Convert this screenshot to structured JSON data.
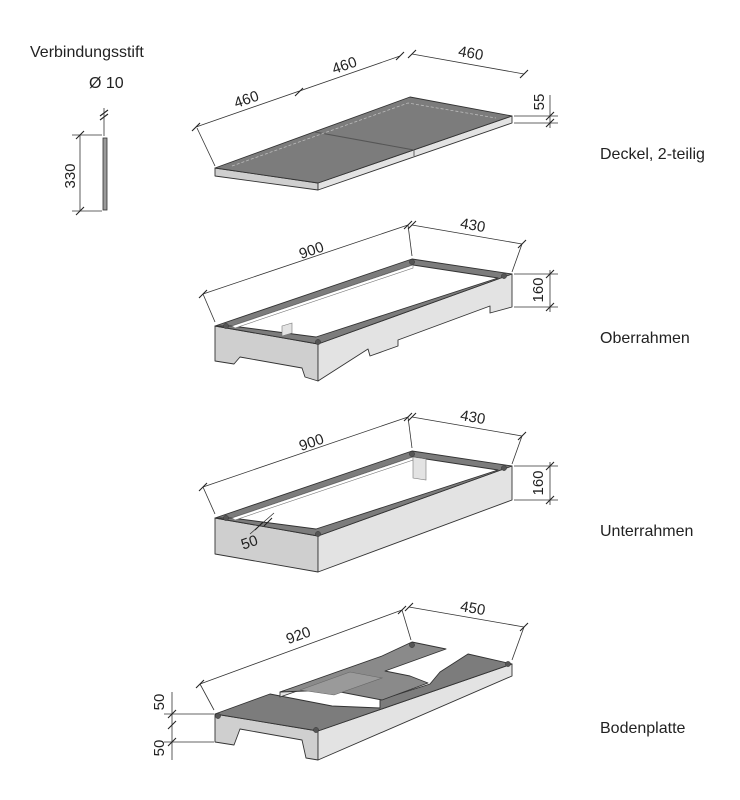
{
  "labels": {
    "pin_title": "Verbindungsstift",
    "pin_diameter": "Ø 10",
    "pin_length": "330",
    "lid": "Deckel, 2-teilig",
    "upper_frame": "Oberrahmen",
    "lower_frame": "Unterrahmen",
    "base_plate": "Bodenplatte"
  },
  "dimensions": {
    "lid_len_a": "460",
    "lid_len_b": "460",
    "lid_width": "460",
    "lid_thickness": "55",
    "upper_length": "900",
    "upper_width": "430",
    "upper_height": "160",
    "lower_length": "900",
    "lower_width": "430",
    "lower_height": "160",
    "lower_wall": "50",
    "base_length": "920",
    "base_width": "450",
    "base_step_a": "50",
    "base_step_b": "50"
  },
  "colors": {
    "top_face": "#7c7c7c",
    "side_face": "#e3e3e3",
    "front_face": "#cfcfcf",
    "inner_face": "#ffffff"
  }
}
